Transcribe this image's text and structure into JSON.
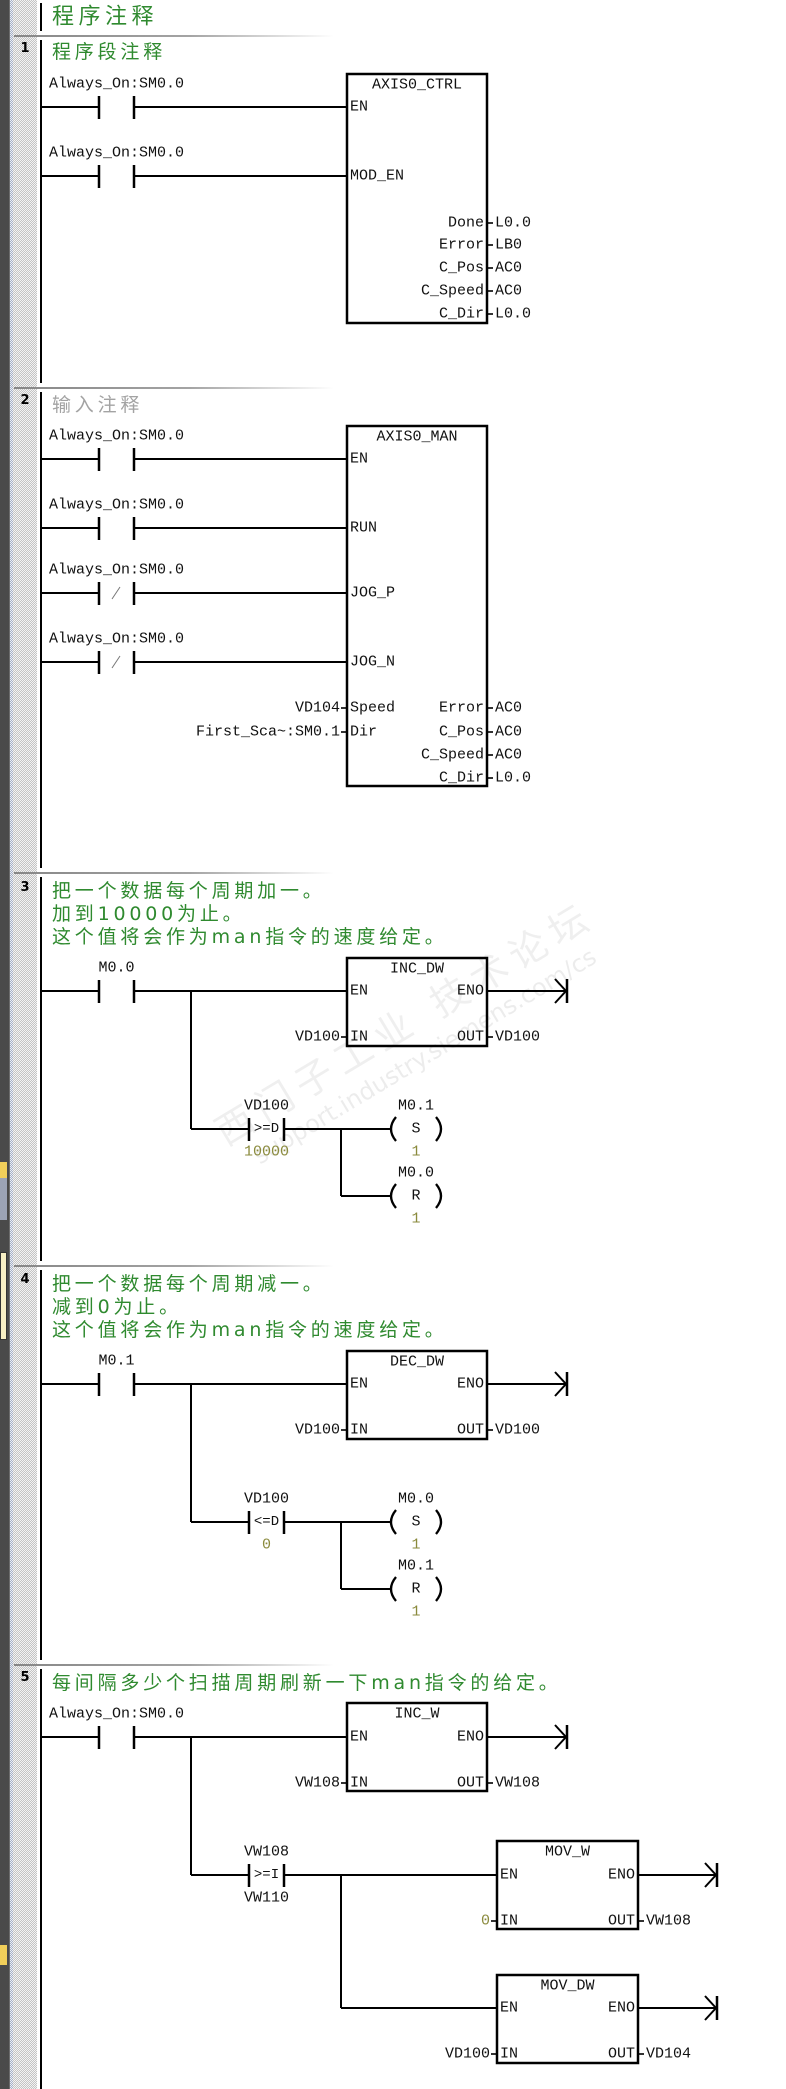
{
  "program": {
    "title": "程序注释"
  },
  "colors": {
    "comment_text": "#2f8a2f",
    "comment_placeholder_text": "#a3a3a3",
    "constant_value": "#8a8a3c",
    "ladder_lines": "#000000"
  },
  "networks": [
    {
      "number": "1",
      "comment": [
        "程序段注释"
      ],
      "contacts": [
        {
          "operand": "Always_On:SM0.0",
          "type": "normally-open"
        },
        {
          "operand": "Always_On:SM0.0",
          "type": "normally-open"
        }
      ],
      "boxes": [
        {
          "name": "AXIS0_CTRL",
          "inputs": [
            {
              "pin": "EN"
            },
            {
              "pin": "MOD_EN"
            }
          ],
          "outputs": [
            {
              "pin": "Done",
              "operand": "L0.0"
            },
            {
              "pin": "Error",
              "operand": "LB0"
            },
            {
              "pin": "C_Pos",
              "operand": "AC0"
            },
            {
              "pin": "C_Speed",
              "operand": "AC0"
            },
            {
              "pin": "C_Dir",
              "operand": "L0.0"
            }
          ]
        }
      ]
    },
    {
      "number": "2",
      "comment": [
        "输入注释"
      ],
      "comment_placeholder": true,
      "contacts": [
        {
          "operand": "Always_On:SM0.0",
          "type": "normally-open"
        },
        {
          "operand": "Always_On:SM0.0",
          "type": "normally-open"
        },
        {
          "operand": "Always_On:SM0.0",
          "type": "normally-closed"
        },
        {
          "operand": "Always_On:SM0.0",
          "type": "normally-closed"
        }
      ],
      "boxes": [
        {
          "name": "AXIS0_MAN",
          "inputs": [
            {
              "pin": "EN"
            },
            {
              "pin": "RUN"
            },
            {
              "pin": "JOG_P"
            },
            {
              "pin": "JOG_N"
            },
            {
              "pin": "Speed",
              "operand": "VD104"
            },
            {
              "pin": "Dir",
              "operand": "First_Sca~:SM0.1"
            }
          ],
          "outputs": [
            {
              "pin": "Error",
              "operand": "AC0"
            },
            {
              "pin": "C_Pos",
              "operand": "AC0"
            },
            {
              "pin": "C_Speed",
              "operand": "AC0"
            },
            {
              "pin": "C_Dir",
              "operand": "L0.0"
            }
          ]
        }
      ]
    },
    {
      "number": "3",
      "comment": [
        "把一个数据每个周期加一。",
        "加到10000为止。",
        "这个值将会作为man指令的速度给定。"
      ],
      "contacts": [
        {
          "operand": "M0.0",
          "type": "normally-open"
        }
      ],
      "boxes": [
        {
          "name": "INC_DW",
          "inputs": [
            {
              "pin": "EN"
            },
            {
              "pin": "IN",
              "operand": "VD100"
            }
          ],
          "outputs": [
            {
              "pin": "ENO"
            },
            {
              "pin": "OUT",
              "operand": "VD100"
            }
          ]
        }
      ],
      "compares": [
        {
          "operand1": "VD100",
          "operator": ">=D",
          "operand2": "10000"
        }
      ],
      "coils": [
        {
          "operand": "M0.1",
          "type": "S",
          "count": "1"
        },
        {
          "operand": "M0.0",
          "type": "R",
          "count": "1"
        }
      ]
    },
    {
      "number": "4",
      "comment": [
        "把一个数据每个周期减一。",
        "减到0为止。",
        "这个值将会作为man指令的速度给定。"
      ],
      "contacts": [
        {
          "operand": "M0.1",
          "type": "normally-open"
        }
      ],
      "boxes": [
        {
          "name": "DEC_DW",
          "inputs": [
            {
              "pin": "EN"
            },
            {
              "pin": "IN",
              "operand": "VD100"
            }
          ],
          "outputs": [
            {
              "pin": "ENO"
            },
            {
              "pin": "OUT",
              "operand": "VD100"
            }
          ]
        }
      ],
      "compares": [
        {
          "operand1": "VD100",
          "operator": "<=D",
          "operand2": "0"
        }
      ],
      "coils": [
        {
          "operand": "M0.0",
          "type": "S",
          "count": "1"
        },
        {
          "operand": "M0.1",
          "type": "R",
          "count": "1"
        }
      ]
    },
    {
      "number": "5",
      "comment": [
        "每间隔多少个扫描周期刷新一下man指令的给定。"
      ],
      "contacts": [
        {
          "operand": "Always_On:SM0.0",
          "type": "normally-open"
        }
      ],
      "boxes": [
        {
          "name": "INC_W",
          "inputs": [
            {
              "pin": "EN"
            },
            {
              "pin": "IN",
              "operand": "VW108"
            }
          ],
          "outputs": [
            {
              "pin": "ENO"
            },
            {
              "pin": "OUT",
              "operand": "VW108"
            }
          ]
        },
        {
          "name": "MOV_W",
          "inputs": [
            {
              "pin": "EN"
            },
            {
              "pin": "IN",
              "operand": "0"
            }
          ],
          "outputs": [
            {
              "pin": "ENO"
            },
            {
              "pin": "OUT",
              "operand": "VW108"
            }
          ]
        },
        {
          "name": "MOV_DW",
          "inputs": [
            {
              "pin": "EN"
            },
            {
              "pin": "IN",
              "operand": "VD100"
            }
          ],
          "outputs": [
            {
              "pin": "ENO"
            },
            {
              "pin": "OUT",
              "operand": "VD104"
            }
          ]
        }
      ],
      "compares": [
        {
          "operand1": "VW108",
          "operator": ">=I",
          "operand2": "VW110"
        }
      ]
    }
  ],
  "watermark": {
    "text": "西门子工业 技术论坛",
    "url": "support.industry.siemens.com/cs"
  }
}
